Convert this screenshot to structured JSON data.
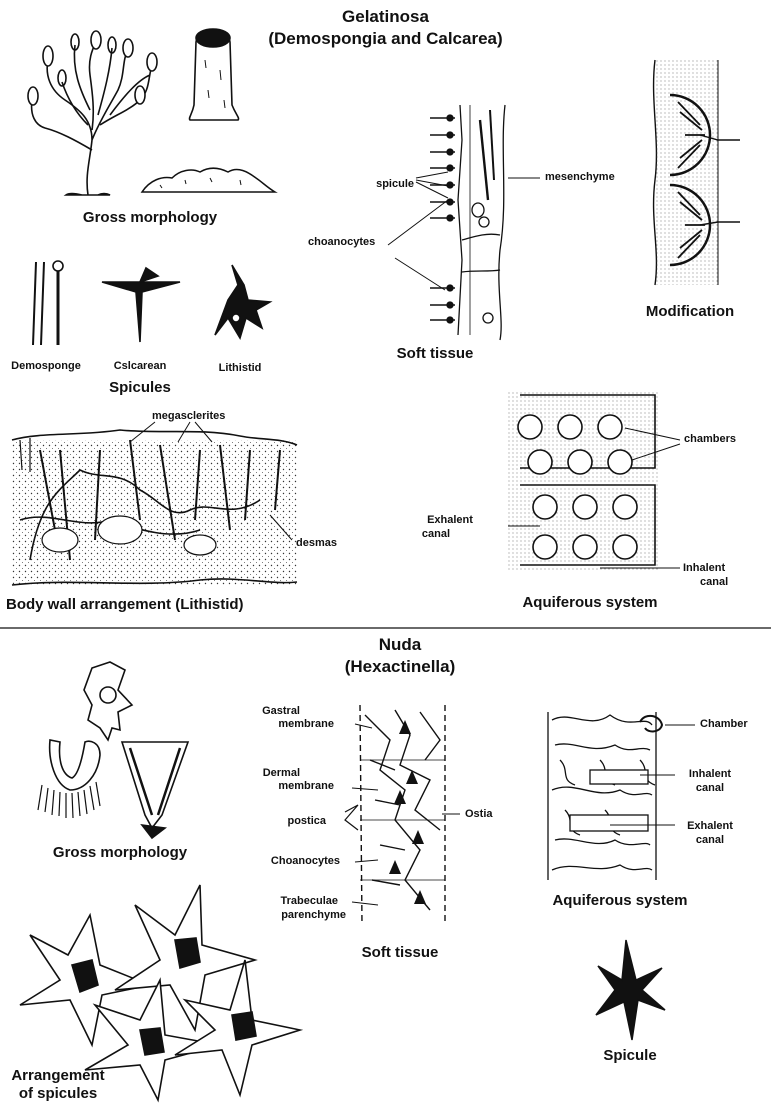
{
  "top": {
    "title": "Gelatinosa",
    "subtitle": "(Demospongia and Calcarea)",
    "gross_morphology": "Gross morphology",
    "spicules": {
      "caption": "Spicules",
      "demosponge": "Demosponge",
      "calcarean": "Cslcarean",
      "lithistid": "Lithistid"
    },
    "soft_tissue": {
      "caption": "Soft tissue",
      "spicule": "spicule",
      "mesenchyme": "mesenchyme",
      "choanocytes": "choanocytes"
    },
    "modification": "Modification",
    "body_wall": {
      "caption": "Body wall arrangement (Lithistid)",
      "megasclerites": "megasclerites",
      "desmas": "desmas"
    },
    "aquiferous": {
      "caption": "Aquiferous system",
      "chambers": "chambers",
      "exhalent": [
        "Exhalent",
        "canal"
      ],
      "inhalent": [
        "Inhalent",
        "canal"
      ]
    }
  },
  "bottom": {
    "title": "Nuda",
    "subtitle": "(Hexactinella)",
    "gross_morphology": "Gross morphology",
    "soft_tissue": {
      "caption": "Soft tissue",
      "gastral": [
        "Gastral",
        "membrane"
      ],
      "dermal": [
        "Dermal",
        "membrane"
      ],
      "postica": "postica",
      "choanocytes": "Choanocytes",
      "trabeculae": [
        "Trabeculae",
        "parenchyme"
      ],
      "ostia": "Ostia"
    },
    "aquiferous": {
      "caption": "Aquiferous system",
      "chamber": "Chamber",
      "inhalent": [
        "Inhalent",
        "canal"
      ],
      "exhalent": [
        "Exhalent",
        "canal"
      ]
    },
    "arrangement": [
      "Arrangement",
      "of spicules"
    ],
    "spicule": "Spicule"
  }
}
